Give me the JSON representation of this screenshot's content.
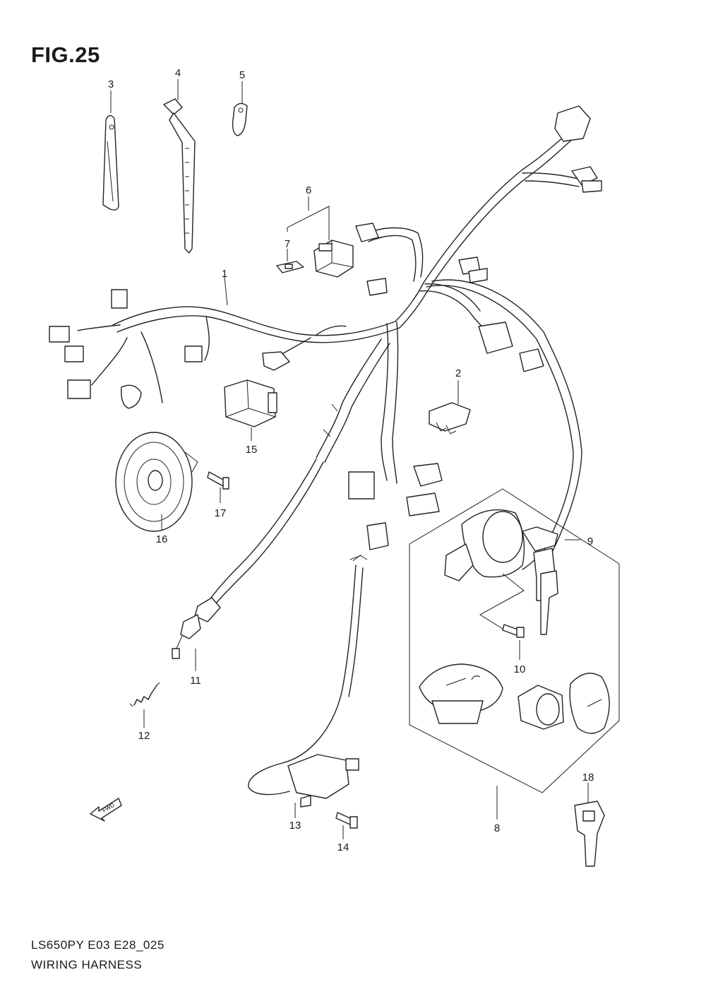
{
  "figure_title": "FIG.25",
  "footer": {
    "model_code": "LS650PY E03 E28_025",
    "section_name": "WIRING HARNESS"
  },
  "fwd_label": "FWD",
  "callouts": [
    "1",
    "2",
    "3",
    "4",
    "5",
    "6",
    "7",
    "8",
    "9",
    "10",
    "11",
    "12",
    "13",
    "14",
    "15",
    "16",
    "17",
    "18"
  ]
}
